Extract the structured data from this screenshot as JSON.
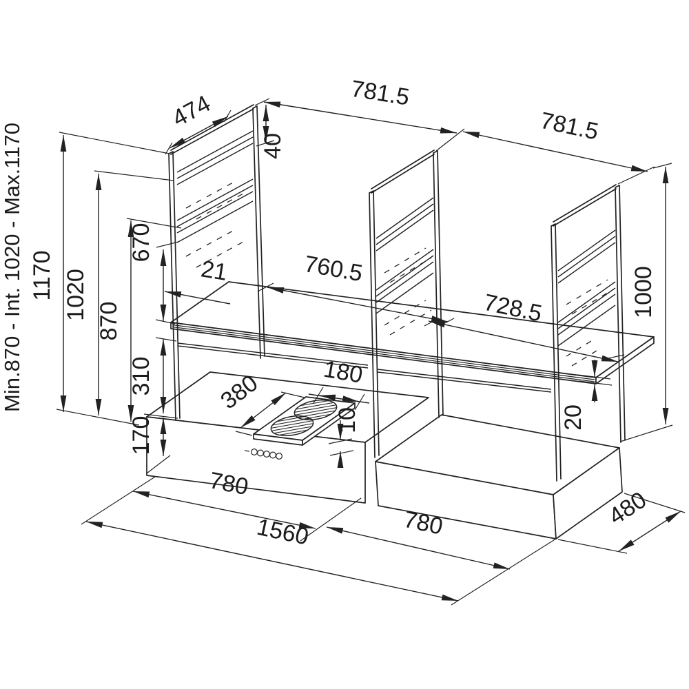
{
  "drawing": {
    "title": "kitchen-frame-system-dimension-drawing",
    "background_color": "#ffffff",
    "line_color": "#222222",
    "labels": {
      "height_range": "Min.870 - Int. 1020 - Max.1170",
      "height_max": "1170",
      "height_int": "1020",
      "height_min": "870",
      "slat_to_worktop": "670",
      "worktop_to_base": "310",
      "base_height": "170",
      "panel_depth": "474",
      "panel_top_offset": "40",
      "bay_span_left": "781.5",
      "bay_span_right": "781.5",
      "worktop_clear_left": "760.5",
      "worktop_clear_right": "728.5",
      "post_offset": "21",
      "panel_height": "1000",
      "worktop_thickness": "20",
      "hob_depth": "380",
      "hob_width": "180",
      "hob_thickness": "10",
      "base_width_left": "780",
      "base_width_right": "780",
      "total_width": "1560",
      "base_depth": "480"
    }
  }
}
